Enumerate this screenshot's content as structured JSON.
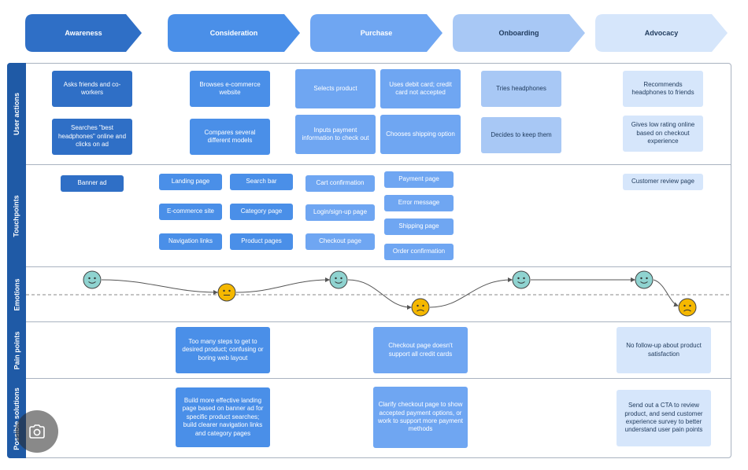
{
  "stages": [
    "Awareness",
    "Consideration",
    "Purchase",
    "Onboarding",
    "Advocacy"
  ],
  "stage_colors": [
    "#2f6fc6",
    "#4a8fe8",
    "#6fa6f2",
    "#a8c8f5",
    "#d6e6fb"
  ],
  "rows": [
    "User actions",
    "Touchpoints",
    "Emotions",
    "Pain points",
    "Possible solutions"
  ],
  "user_actions": {
    "awareness": [
      "Asks friends and co-workers",
      "Searches \"best headphones\" online and clicks on ad"
    ],
    "consideration": [
      "Browses e-commerce website",
      "Compares several different models"
    ],
    "purchase": [
      "Selects product",
      "Uses debit card; credit card not accepted",
      "Inputs payment information to check out",
      "Chooses shipping option"
    ],
    "onboarding": [
      "Tries headphones",
      "Decides to keep them"
    ],
    "advocacy": [
      "Recommends headphones to friends",
      "Gives low rating online based on checkout experience"
    ]
  },
  "touchpoints": {
    "awareness": [
      "Banner ad"
    ],
    "consideration": [
      "Landing page",
      "Search bar",
      "E-commerce site",
      "Category page",
      "Navigation links",
      "Product pages"
    ],
    "purchase": [
      "Cart confirmation",
      "Payment page",
      "Error message",
      "Login/sign-up page",
      "Shipping page",
      "Checkout page",
      "Order confirmation"
    ],
    "advocacy": [
      "Customer review page"
    ]
  },
  "emotions": [
    "happy",
    "neutral",
    "happy",
    "sad",
    "happy",
    "happy",
    "sad"
  ],
  "emotion_colors": {
    "happy": "#8fd3d0",
    "neutral": "#f5b800",
    "sad": "#f5b800"
  },
  "pain_points": [
    "Too many steps to get to desired product; confusing or boring web layout",
    "Checkout page doesn't support all credit cards",
    "No follow-up about product satisfaction"
  ],
  "solutions": [
    "Build more effective landing page based on banner ad for specific product searches; build clearer navigation links and category pages",
    "Clarify checkout page to show accepted payment options, or work to support more payment methods",
    "Send out a CTA to review product, and send customer experience survey to better understand user pain points"
  ],
  "overlay": {
    "icon": "camera-search-icon"
  }
}
